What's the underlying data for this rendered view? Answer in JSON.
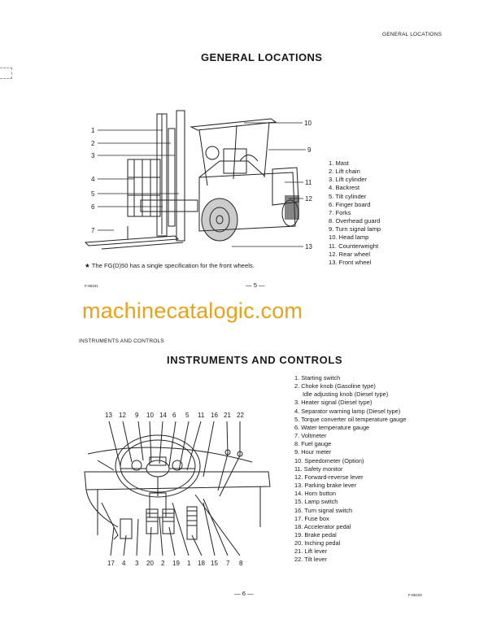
{
  "page_header": "GENERAL LOCATIONS",
  "general": {
    "title": "GENERAL LOCATIONS",
    "legend": [
      "1. Mast",
      "2. Lift chain",
      "3. Lift cylinder",
      "4. Backrest",
      "5. Tilt cylinder",
      "6. Finger board",
      "7. Forks",
      "8. Overhead guard",
      "9. Turn signal lamp",
      "10. Head lamp",
      "11. Counterweight",
      "12. Rear wheel",
      "13. Front wheel"
    ],
    "callouts_left": [
      "1",
      "2",
      "3",
      "4",
      "5",
      "6",
      "7"
    ],
    "callouts_right": [
      "10",
      "9",
      "11",
      "12",
      "13"
    ],
    "note": "★ The FG(D)50 has a single specification for the front wheels.",
    "code": "F-85101",
    "page_num": "— 5 —"
  },
  "watermark": "machinecatalogic.com",
  "instruments": {
    "section_header": "INSTRUMENTS AND CONTROLS",
    "title": "INSTRUMENTS AND CONTROLS",
    "legend": [
      "1. Starting switch",
      "2. Choke knob (Gasoline type)",
      "Idle adjusting knob (Diesel type)",
      "3. Heater signal (Diesel type)",
      "4. Separator warning lamp (Diesel type)",
      "5. Torque converter oil temperature gauge",
      "6. Water temperature gauge",
      "7. Voltmeter",
      "8. Fuel gauge",
      "9. Hour meter",
      "10. Speedometer (Option)",
      "11. Safety monitor",
      "12. Forward-reverse lever",
      "13. Parking brake lever",
      "14. Horn button",
      "15. Lamp switch",
      "16. Turn signal switch",
      "17. Fuse box",
      "18. Accelerator pedal",
      "19. Brake pedal",
      "20. Inching pedal",
      "21. Lift lever",
      "22. Tilt lever"
    ],
    "top_numbers": [
      "13",
      "12",
      "9",
      "10",
      "14",
      "6",
      "5",
      "11",
      "16",
      "21",
      "22"
    ],
    "bottom_numbers": [
      "17",
      "4",
      "3",
      "20",
      "2",
      "19",
      "1",
      "18",
      "15",
      "7",
      "8"
    ],
    "page_num": "— 6 —",
    "code": "F-85103"
  }
}
